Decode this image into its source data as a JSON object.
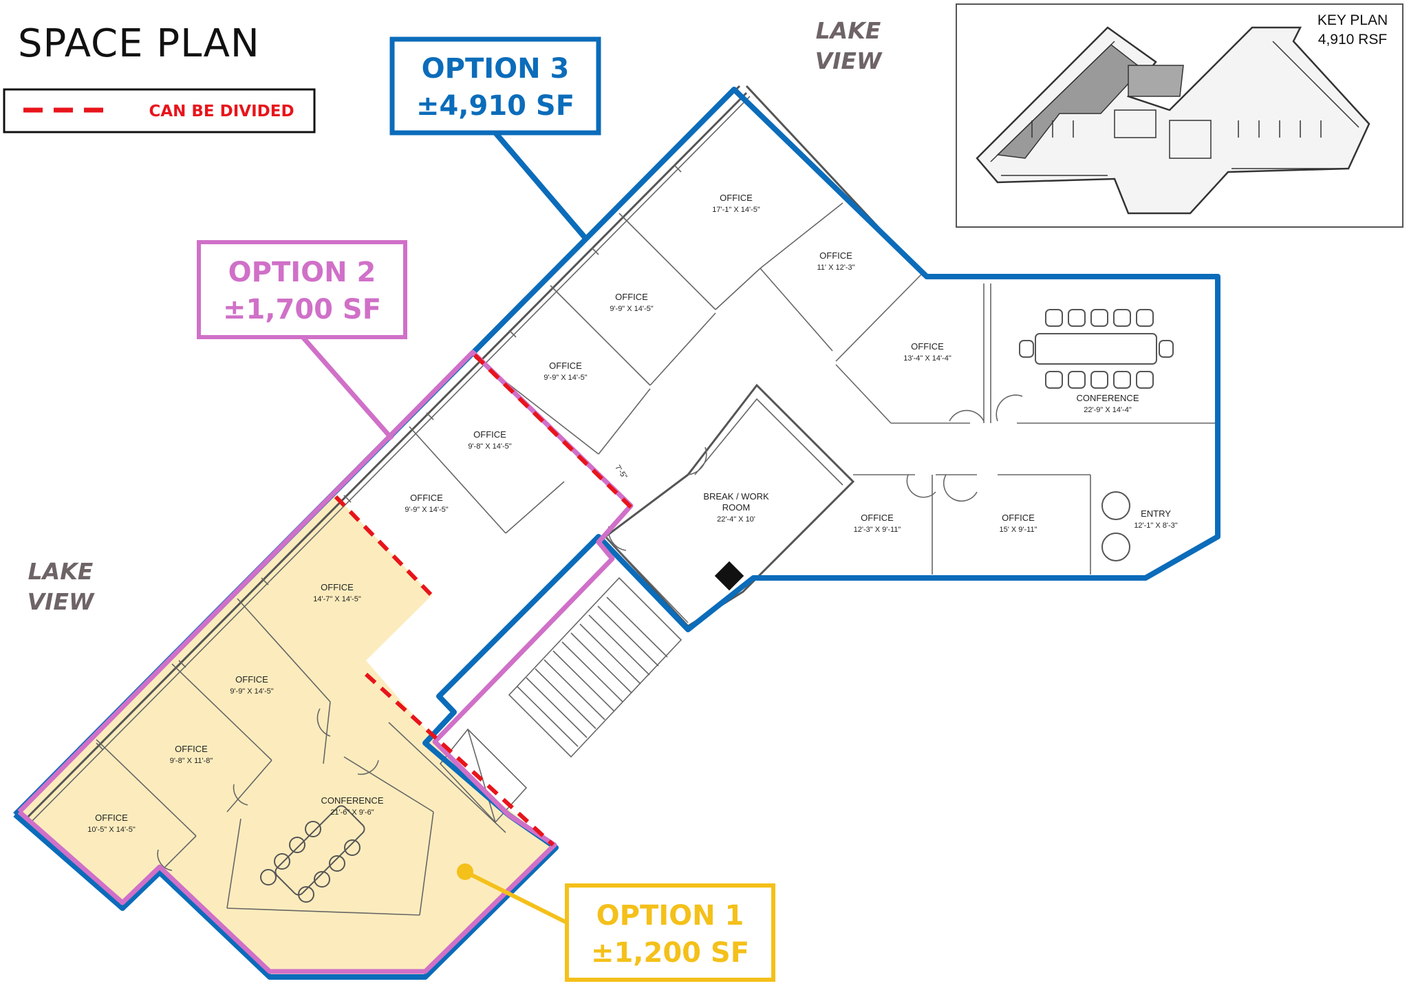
{
  "title": "SPACE PLAN",
  "legend": {
    "label": "CAN BE DIVIDED",
    "line_color": "#e8141b"
  },
  "lake_view": [
    "LAKE",
    "VIEW"
  ],
  "key_plan": {
    "title": "KEY PLAN",
    "area": "4,910 RSF"
  },
  "options": {
    "option3": {
      "name": "OPTION 3",
      "area": "±4,910 SF",
      "color": "#0b6cba"
    },
    "option2": {
      "name": "OPTION 2",
      "area": "±1,700 SF",
      "color": "#d070c8"
    },
    "option1": {
      "name": "OPTION 1",
      "area": "±1,200 SF",
      "color": "#f4c01a"
    }
  },
  "rooms": {
    "office_17_1": {
      "name": "OFFICE",
      "dim": "17'-1\" X 14'-5\""
    },
    "office_11": {
      "name": "OFFICE",
      "dim": "11' X 12'-3\""
    },
    "office_9_9a": {
      "name": "OFFICE",
      "dim": "9'-9\" X 14'-5\""
    },
    "office_9_9b": {
      "name": "OFFICE",
      "dim": "9'-9\" X 14'-5\""
    },
    "office_9_8": {
      "name": "OFFICE",
      "dim": "9'-8\" X 14'-5\""
    },
    "office_9_9c": {
      "name": "OFFICE",
      "dim": "9'-9\" X 14'-5\""
    },
    "office_13_4": {
      "name": "OFFICE",
      "dim": "13'-4\" X 14'-4\""
    },
    "conference_22": {
      "name": "CONFERENCE",
      "dim": "22'-9\" X 14'-4\""
    },
    "break_room": {
      "name": "BREAK / WORK",
      "name2": "ROOM",
      "dim": "22'-4\" X 10'"
    },
    "office_12_3": {
      "name": "OFFICE",
      "dim": "12'-3\" X 9'-11\""
    },
    "office_15": {
      "name": "OFFICE",
      "dim": "15' X 9'-11\""
    },
    "entry": {
      "name": "ENTRY",
      "dim": "12'-1\" X 8'-3\""
    },
    "office_14_7": {
      "name": "OFFICE",
      "dim": "14'-7\" X 14'-5\""
    },
    "office_9_9d": {
      "name": "OFFICE",
      "dim": "9'-9\" X 14'-5\""
    },
    "office_9_8b": {
      "name": "OFFICE",
      "dim": "9'-8\" X 11'-8\""
    },
    "office_10_5": {
      "name": "OFFICE",
      "dim": "10'-5\" X 14'-5\""
    },
    "conference_21": {
      "name": "CONFERENCE",
      "dim": "21'-6\" X 9'-6\""
    },
    "corridor_dim": {
      "name": "7'-5\""
    }
  }
}
